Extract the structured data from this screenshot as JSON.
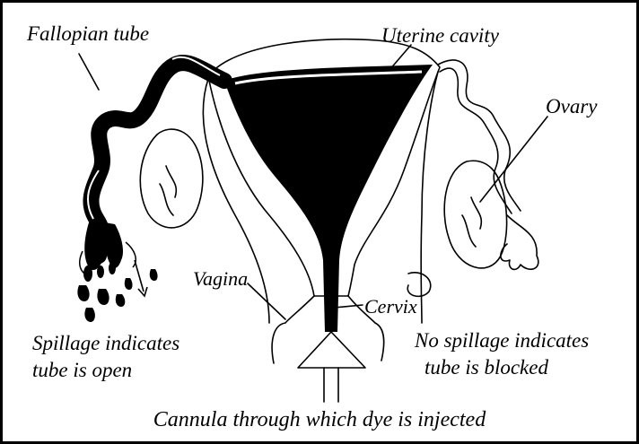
{
  "figure": {
    "labels": {
      "fallopian_tube": "Fallopian tube",
      "uterine_cavity": "Uterine cavity",
      "ovary": "Ovary",
      "vagina": "Vagina",
      "cervix": "Cervix",
      "spillage_line1": "Spillage indicates",
      "spillage_line2": "tube is open",
      "no_spillage_line1": "No spillage indicates",
      "no_spillage_line2": "tube is blocked",
      "cannula": "Cannula through which dye is injected"
    },
    "colors": {
      "ink": "#000000",
      "paper": "#ffffff"
    }
  }
}
